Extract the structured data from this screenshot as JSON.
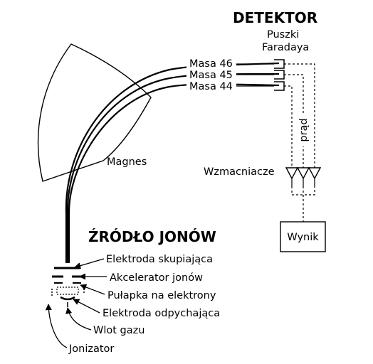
{
  "detector": {
    "title": "DETEKTOR",
    "cups_line1": "Puszki",
    "cups_line2": "Faradaya",
    "mass_46": "Masa 46",
    "mass_45": "Masa 45",
    "mass_44": "Masa 44",
    "current": "prąd",
    "amplifiers": "Wzmacniacze",
    "result": "Wynik"
  },
  "magnet": {
    "label": "Magnes"
  },
  "source": {
    "title": "ŹRÓDŁO JONÓW",
    "focusing_electrode": "Elektroda skupiająca",
    "ion_accelerator": "Akcelerator jonów",
    "electron_trap": "Pułapka na elektrony",
    "repeller_electrode": "Elektroda odpychająca",
    "gas_inlet": "Wlot gazu",
    "ionizer": "Jonizator"
  }
}
